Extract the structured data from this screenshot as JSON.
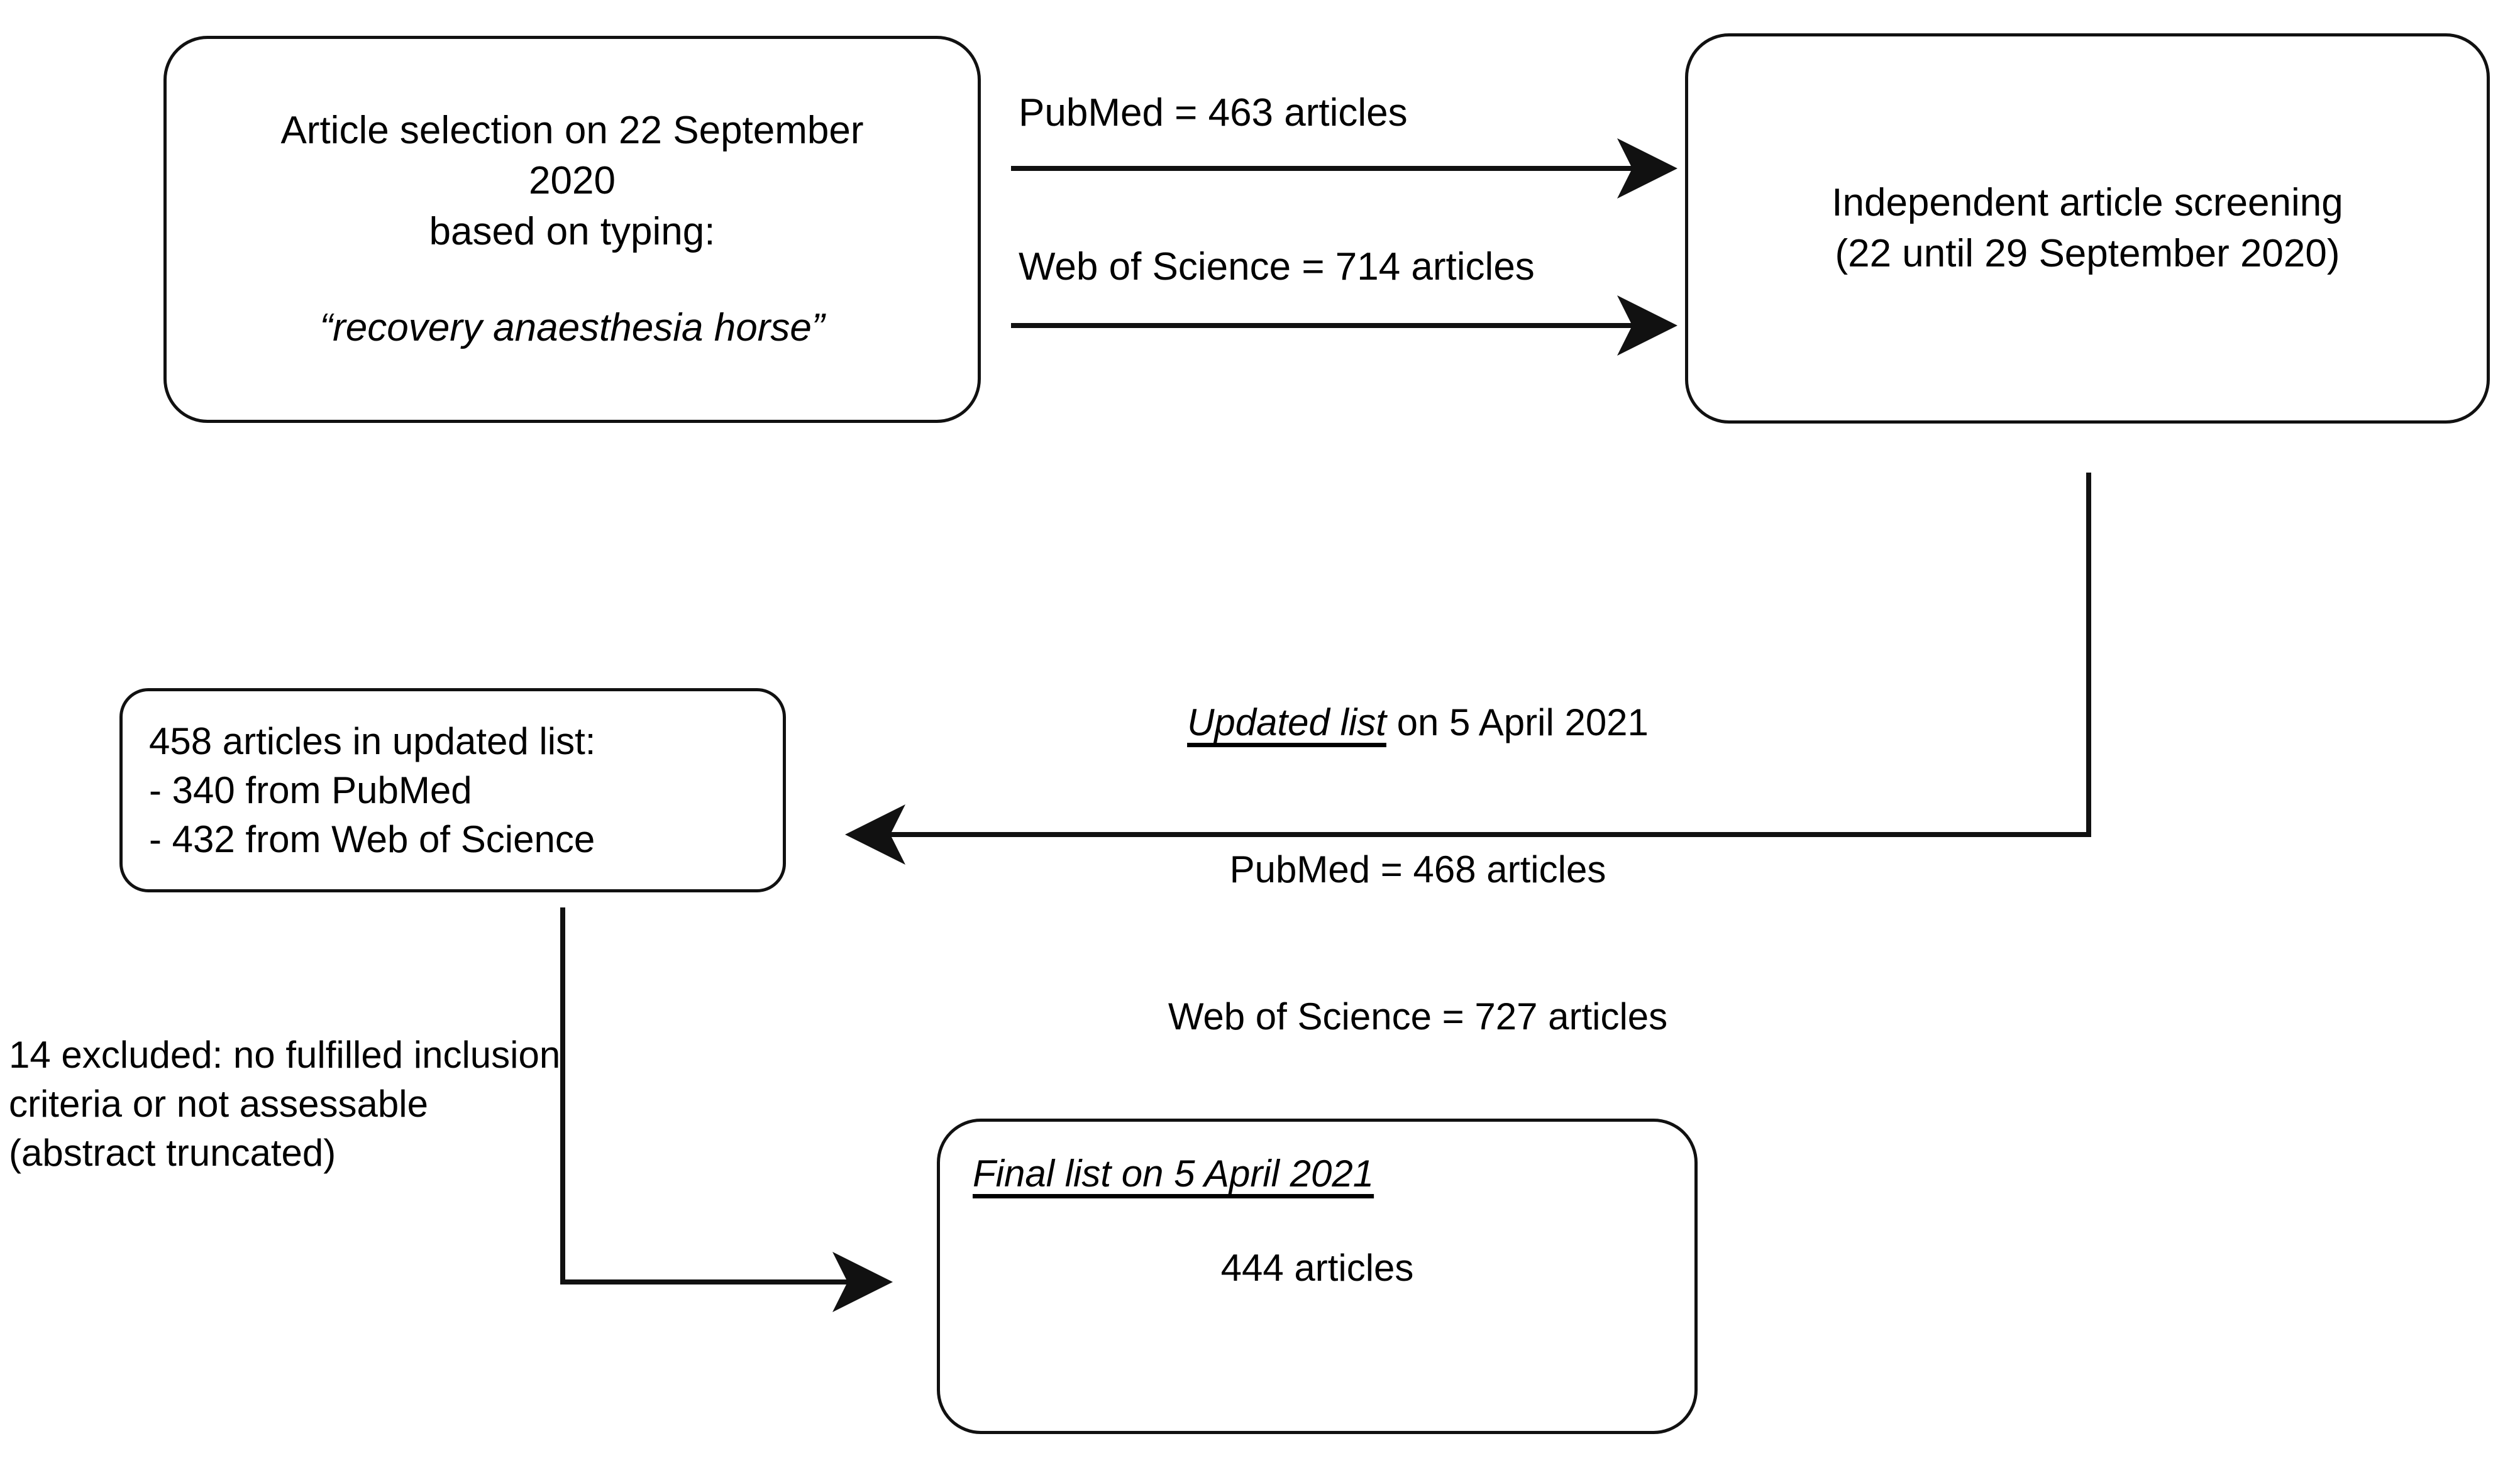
{
  "diagram": {
    "title": "Article selection flow diagram",
    "type": "flowchart",
    "stroke_color": "#111111",
    "background_color": "#ffffff",
    "text_color": "#000000"
  },
  "nodes": {
    "article_selection": {
      "line1": "Article selection on 22 September",
      "line2": "2020",
      "line3": "based on typing:",
      "query": "“recovery anaesthesia horse”"
    },
    "independent_screening": {
      "line1": "Independent article screening",
      "line2": "(22 until 29 September 2020)"
    },
    "updated_list": {
      "line1": "458 articles in updated list:",
      "line2": "- 340 from PubMed",
      "line3": "- 432 from Web of Science"
    },
    "final_list": {
      "title": "Final list on 5 April 2021",
      "count": "444 articles"
    }
  },
  "edge_labels": {
    "pubmed_initial": "PubMed = 463 articles",
    "wos_initial": "Web of Science = 714 articles",
    "updated_block": {
      "title": "Updated list",
      "title_suffix": " on 5 April 2021",
      "pubmed": "PubMed = 468 articles",
      "wos": "Web of Science = 727 articles"
    }
  },
  "annotations": {
    "excluded": "14 excluded: no fulfilled inclusion criteria or not assessable (abstract truncated)"
  },
  "chart_data": {
    "type": "flow",
    "title": "Article selection flow",
    "steps": [
      {
        "id": "article_selection",
        "label": "Article selection on 22 September 2020 based on typing: “recovery anaesthesia horse”",
        "date": "22 September 2020"
      },
      {
        "id": "independent_screening",
        "label": "Independent article screening (22 until 29 September 2020)",
        "date_range": "22 until 29 September 2020"
      },
      {
        "id": "updated_list",
        "label": "458 articles in updated list",
        "count": 458,
        "breakdown": [
          {
            "source": "PubMed",
            "count": 340
          },
          {
            "source": "Web of Science",
            "count": 432
          }
        ]
      },
      {
        "id": "final_list",
        "label": "Final list on 5 April 2021",
        "date": "5 April 2021",
        "count": 444
      }
    ],
    "edges": [
      {
        "from": "article_selection",
        "to": "independent_screening",
        "label": "PubMed = 463 articles",
        "source": "PubMed",
        "count": 463
      },
      {
        "from": "article_selection",
        "to": "independent_screening",
        "label": "Web of Science = 714 articles",
        "source": "Web of Science",
        "count": 714
      },
      {
        "from": "independent_screening",
        "to": "updated_list",
        "label": "Updated list on 5 April 2021: PubMed = 468 articles; Web of Science = 727 articles",
        "date": "5 April 2021",
        "counts": {
          "PubMed": 468,
          "Web of Science": 727
        }
      },
      {
        "from": "updated_list",
        "to": "final_list",
        "label": "14 excluded: no fulfilled inclusion criteria or not assessable (abstract truncated)",
        "excluded": 14
      }
    ]
  }
}
